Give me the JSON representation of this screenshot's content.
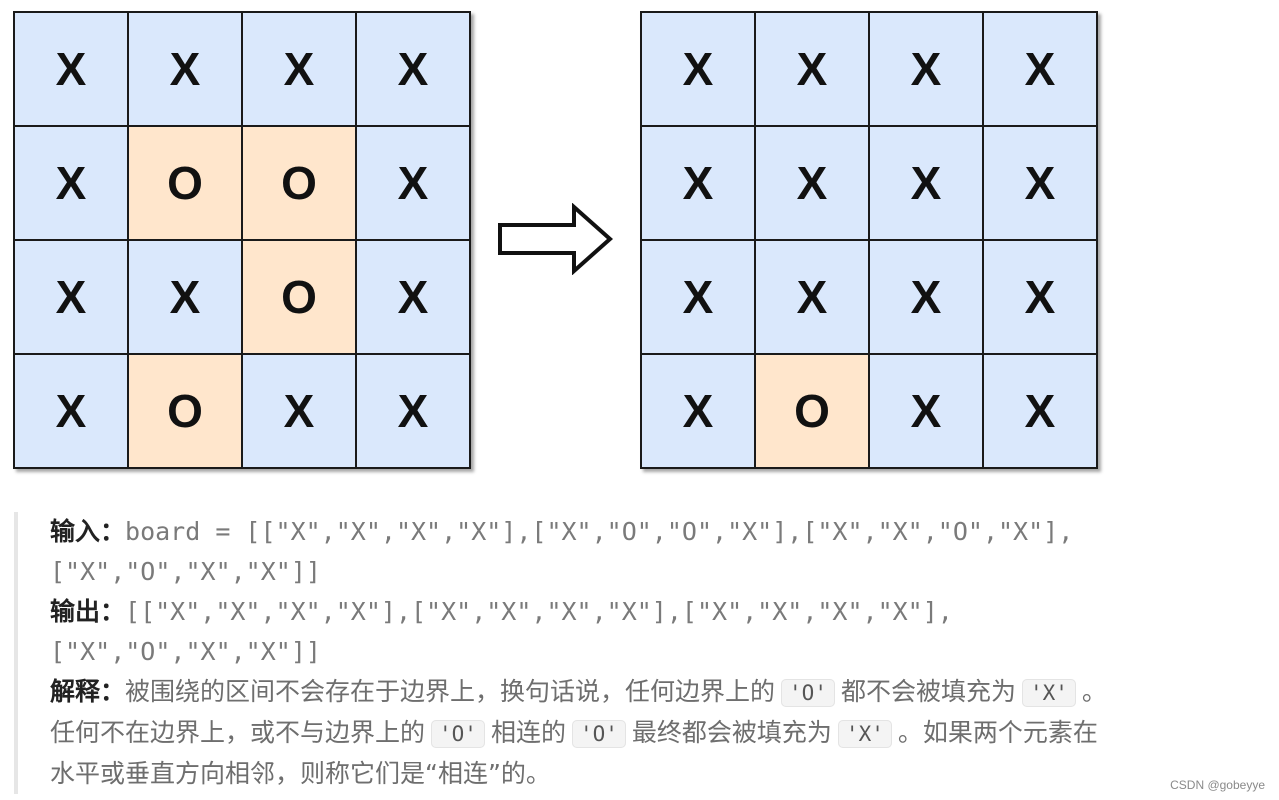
{
  "left_grid": [
    [
      "X",
      "X",
      "X",
      "X"
    ],
    [
      "X",
      "O",
      "O",
      "X"
    ],
    [
      "X",
      "X",
      "O",
      "X"
    ],
    [
      "X",
      "O",
      "X",
      "X"
    ]
  ],
  "right_grid": [
    [
      "X",
      "X",
      "X",
      "X"
    ],
    [
      "X",
      "X",
      "X",
      "X"
    ],
    [
      "X",
      "X",
      "X",
      "X"
    ],
    [
      "X",
      "O",
      "X",
      "X"
    ]
  ],
  "colors": {
    "x_cell": "#dae8fc",
    "o_cell": "#ffe6cc",
    "border": "#1a1a1a"
  },
  "icons": {
    "arrow": "right-arrow-outline"
  },
  "text": {
    "input_label": "输入：",
    "input_line1": "board = [[\"X\",\"X\",\"X\",\"X\"],[\"X\",\"O\",\"O\",\"X\"],[\"X\",\"X\",\"O\",\"X\"],",
    "input_line2": "[\"X\",\"O\",\"X\",\"X\"]]",
    "output_label": "输出：",
    "output_line1": "[[\"X\",\"X\",\"X\",\"X\"],[\"X\",\"X\",\"X\",\"X\"],[\"X\",\"X\",\"X\",\"X\"],",
    "output_line2": "[\"X\",\"O\",\"X\",\"X\"]]",
    "explain_label": "解释：",
    "explain_p1": "被围绕的区间不会存在于边界上，换句话说，任何边界上的",
    "code_o": "'O'",
    "explain_p2": "都不会被填充为",
    "code_x": "'X'",
    "explain_p3": "。",
    "explain_p4": "任何不在边界上，或不与边界上的",
    "explain_p5": "相连的",
    "explain_p6": "最终都会被填充为",
    "explain_p7": "。如果两个元素在",
    "explain_p8": "水平或垂直方向相邻，则称它们是“相连”的。"
  },
  "watermark": "CSDN @gobeyye"
}
